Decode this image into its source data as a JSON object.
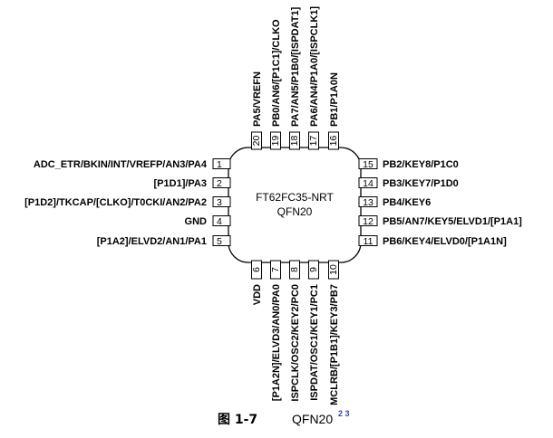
{
  "chip": {
    "line1": "FT62FC35-NRT",
    "line2": "QFN20"
  },
  "pins_left": [
    {
      "num": "1",
      "label": "ADC_ETR/BKIN/INT/VREFP/AN3/PA4"
    },
    {
      "num": "2",
      "label": "[P1D1]/PA3"
    },
    {
      "num": "3",
      "label": "[P1D2]/TKCAP/[CLKO]/T0CKI/AN2/PA2"
    },
    {
      "num": "4",
      "label": "GND"
    },
    {
      "num": "5",
      "label": "[P1A2]/ELVD2/AN1/PA1"
    }
  ],
  "pins_right": [
    {
      "num": "15",
      "label": "PB2/KEY8/P1C0"
    },
    {
      "num": "14",
      "label": "PB3/KEY7/P1D0"
    },
    {
      "num": "13",
      "label": "PB4/KEY6"
    },
    {
      "num": "12",
      "label": "PB5/AN7/KEY5/ELVD1/[P1A1]"
    },
    {
      "num": "11",
      "label": "PB6/KEY4/ELVD0/[P1A1N]"
    }
  ],
  "pins_top": [
    {
      "num": "20",
      "label": "PA5/VREFN"
    },
    {
      "num": "19",
      "label": "PB0/AN6/[P1C1]/CLKO"
    },
    {
      "num": "18",
      "label": "PA7/AN5/P1B0/[ISPDAT1]"
    },
    {
      "num": "17",
      "label": "PA6/AN4/P1A0/[ISPCLK1]"
    },
    {
      "num": "16",
      "label": "PB1/P1A0N"
    }
  ],
  "pins_bottom": [
    {
      "num": "6",
      "label": "VDD"
    },
    {
      "num": "7",
      "label": "[P1A2N]/ELVD3/AN0/PA0"
    },
    {
      "num": "8",
      "label": "ISPCLK/OSC2/KEY2/PC0"
    },
    {
      "num": "9",
      "label": "ISPDAT/OSC1/KEY1/PC1"
    },
    {
      "num": "10",
      "label": "MCLRB/[P1B1]/KEY3/PB7"
    }
  ],
  "caption": {
    "figure_label": "图 1-7",
    "text": "QFN20",
    "superscripts": "2 3"
  }
}
